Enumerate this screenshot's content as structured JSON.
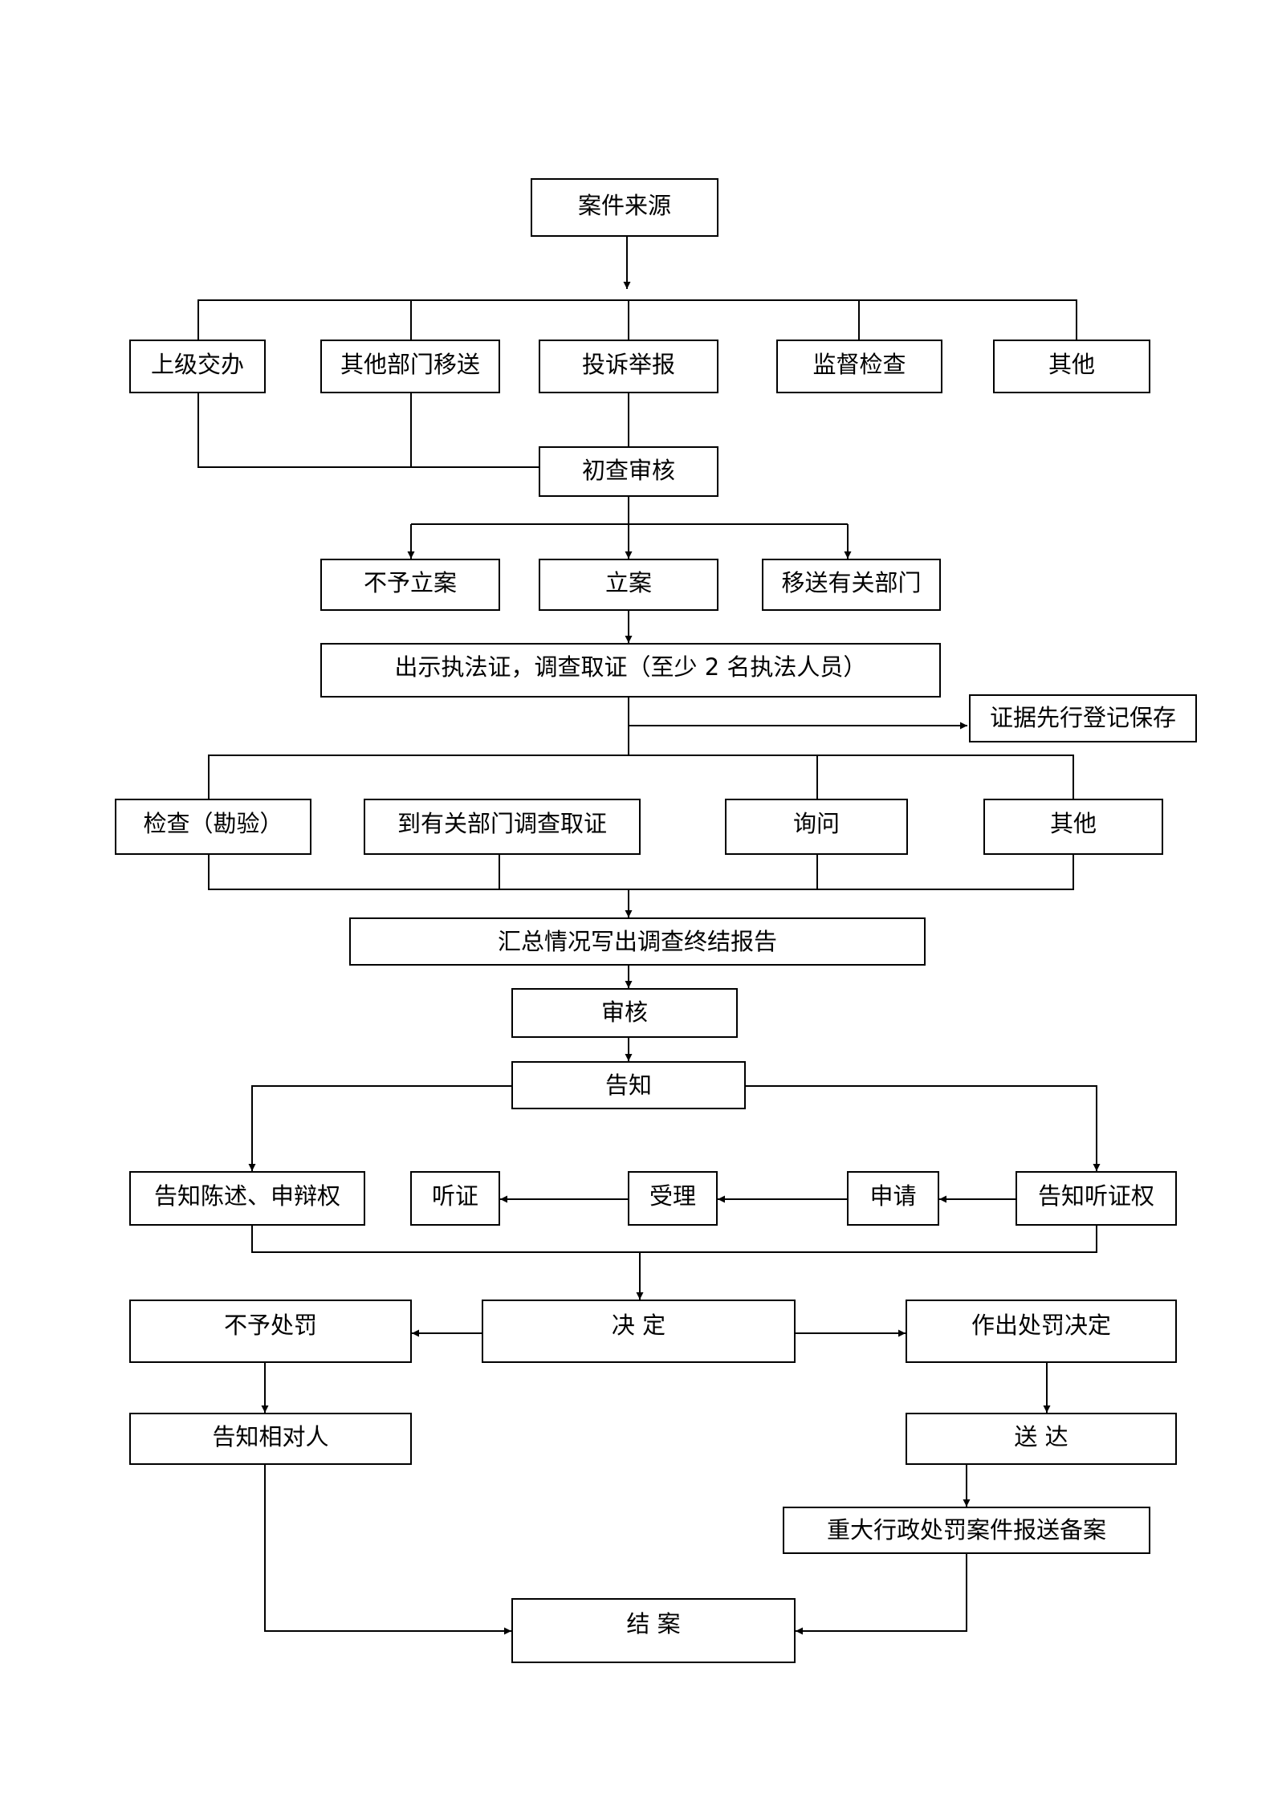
{
  "nodes": {
    "source": "案件来源",
    "superior": "上级交办",
    "transfer_in": "其他部门移送",
    "complaint": "投诉举报",
    "supervision": "监督检查",
    "other1": "其他",
    "preliminary": "初查审核",
    "no_filing": "不予立案",
    "filing": "立案",
    "transfer_out": "移送有关部门",
    "investigate": "出示执法证，调查取证（至少 2 名执法人员）",
    "evidence": "证据先行登记保存",
    "inspect": "检查（勘验）",
    "dept_invest": "到有关部门调查取证",
    "inquiry": "询问",
    "other2": "其他",
    "report": "汇总情况写出调查终结报告",
    "review": "审核",
    "notify": "告知",
    "statement": "告知陈述、申辩权",
    "hearing": "听证",
    "accept": "受理",
    "apply": "申请",
    "hearing_right": "告知听证权",
    "no_penalty": "不予处罚",
    "decide": "决  定",
    "penalty_decision": "作出处罚决定",
    "notify_party": "告知相对人",
    "deliver": "送  达",
    "major_record": "重大行政处罚案件报送备案",
    "close": "结  案"
  }
}
